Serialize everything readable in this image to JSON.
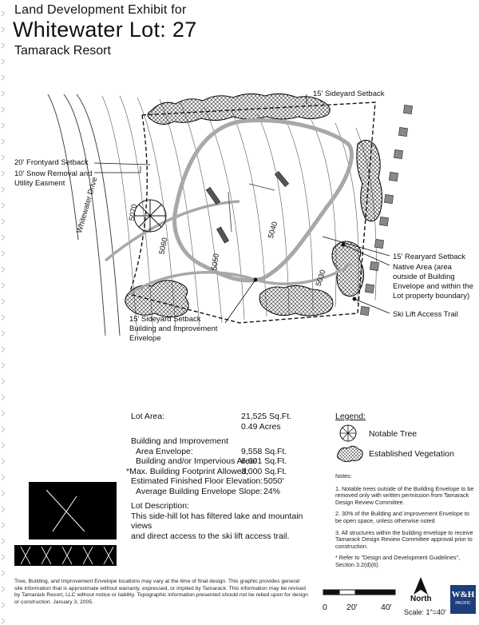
{
  "header": {
    "kicker": "Land Development Exhibit for",
    "title": "Whitewater Lot: 27",
    "subtitle": "Tamarack Resort"
  },
  "plan_labels": {
    "sideyard_top": "15' Sideyard Setback",
    "frontyard": "20' Frontyard Setback",
    "snow_removal_1": "10' Snow Removal and",
    "snow_removal_2": "Utility Easment",
    "street": "Whitewater Drive",
    "rearyard": "15' Rearyard Setback",
    "native_area": "Native Area (area outside of Building Envelope and within the Lot property boundary)",
    "ski_trail": "Ski Lift Access Trail",
    "sideyard_bottom": "15' Sideyard Setback",
    "envelope_1": "Building and Improvement",
    "envelope_2": "Envelope",
    "contours": [
      "5070",
      "5060",
      "5050",
      "5040",
      "5030"
    ]
  },
  "lot_data": {
    "lot_area_label": "Lot Area:",
    "lot_area_sqft": "21,525 Sq.Ft.",
    "lot_area_acres": "0.49 Acres",
    "envelope_label_1": "Building and Improvement",
    "envelope_label_2": "Area Envelope:",
    "envelope_value": "9,558 Sq.Ft.",
    "impervious_label": "Building and/or Impervious Area:",
    "impervious_value": "6,691 Sq.Ft.",
    "footprint_label": "*Max. Building Footprint Allowed:",
    "footprint_value": "3,000 Sq.Ft.",
    "floor_label": "Estimated Finished Floor Elevation:",
    "floor_value": "5050'",
    "slope_label": "Average Building Envelope Slope:",
    "slope_value": "24%"
  },
  "description": {
    "label": "Lot Description:",
    "line1": "This side-hill lot has filtered lake and mountain views",
    "line2": "and direct access to the ski lift access trail."
  },
  "legend": {
    "title": "Legend:",
    "tree": "Notable Tree",
    "vegetation": "Established Vegetation"
  },
  "notes": {
    "title": "Notes:",
    "n1": "1. Notable trees outside of the Building Envelope to be removed only with written permission from Tamarack Design Review Committee.",
    "n2": "2. 30% of the Building and Improvement Envelope to be open space, unless otherwise noted",
    "n3": "3. All structures within the building envelope to receive Tamarack Design Review Committee approval prior to construction.",
    "n4": "* Refer to \"Design and Development Guidelines\", Section 3.2(d)(6)."
  },
  "disclaimer": "Tree, Building, and Improvement Envelope locations may vary at the time of final design. This graphic provides general site information that is approximate without warranty, expressed, or implied by Tamarack. This information may be revised by Tamarack Resort, LLC without notice or liability. Topographic information presented should not be relied upon for design or construction. January 3, 2005.",
  "scale": {
    "ticks": [
      "0",
      "20'",
      "40'"
    ],
    "text": "Scale: 1\"=40'"
  },
  "north": "North",
  "logo": {
    "line1": "W&H",
    "line2": "PACIFIC"
  },
  "colors": {
    "ink": "#1a1a1a",
    "envelope": "#a8a8a8",
    "logo_bg": "#1c3f7a"
  }
}
